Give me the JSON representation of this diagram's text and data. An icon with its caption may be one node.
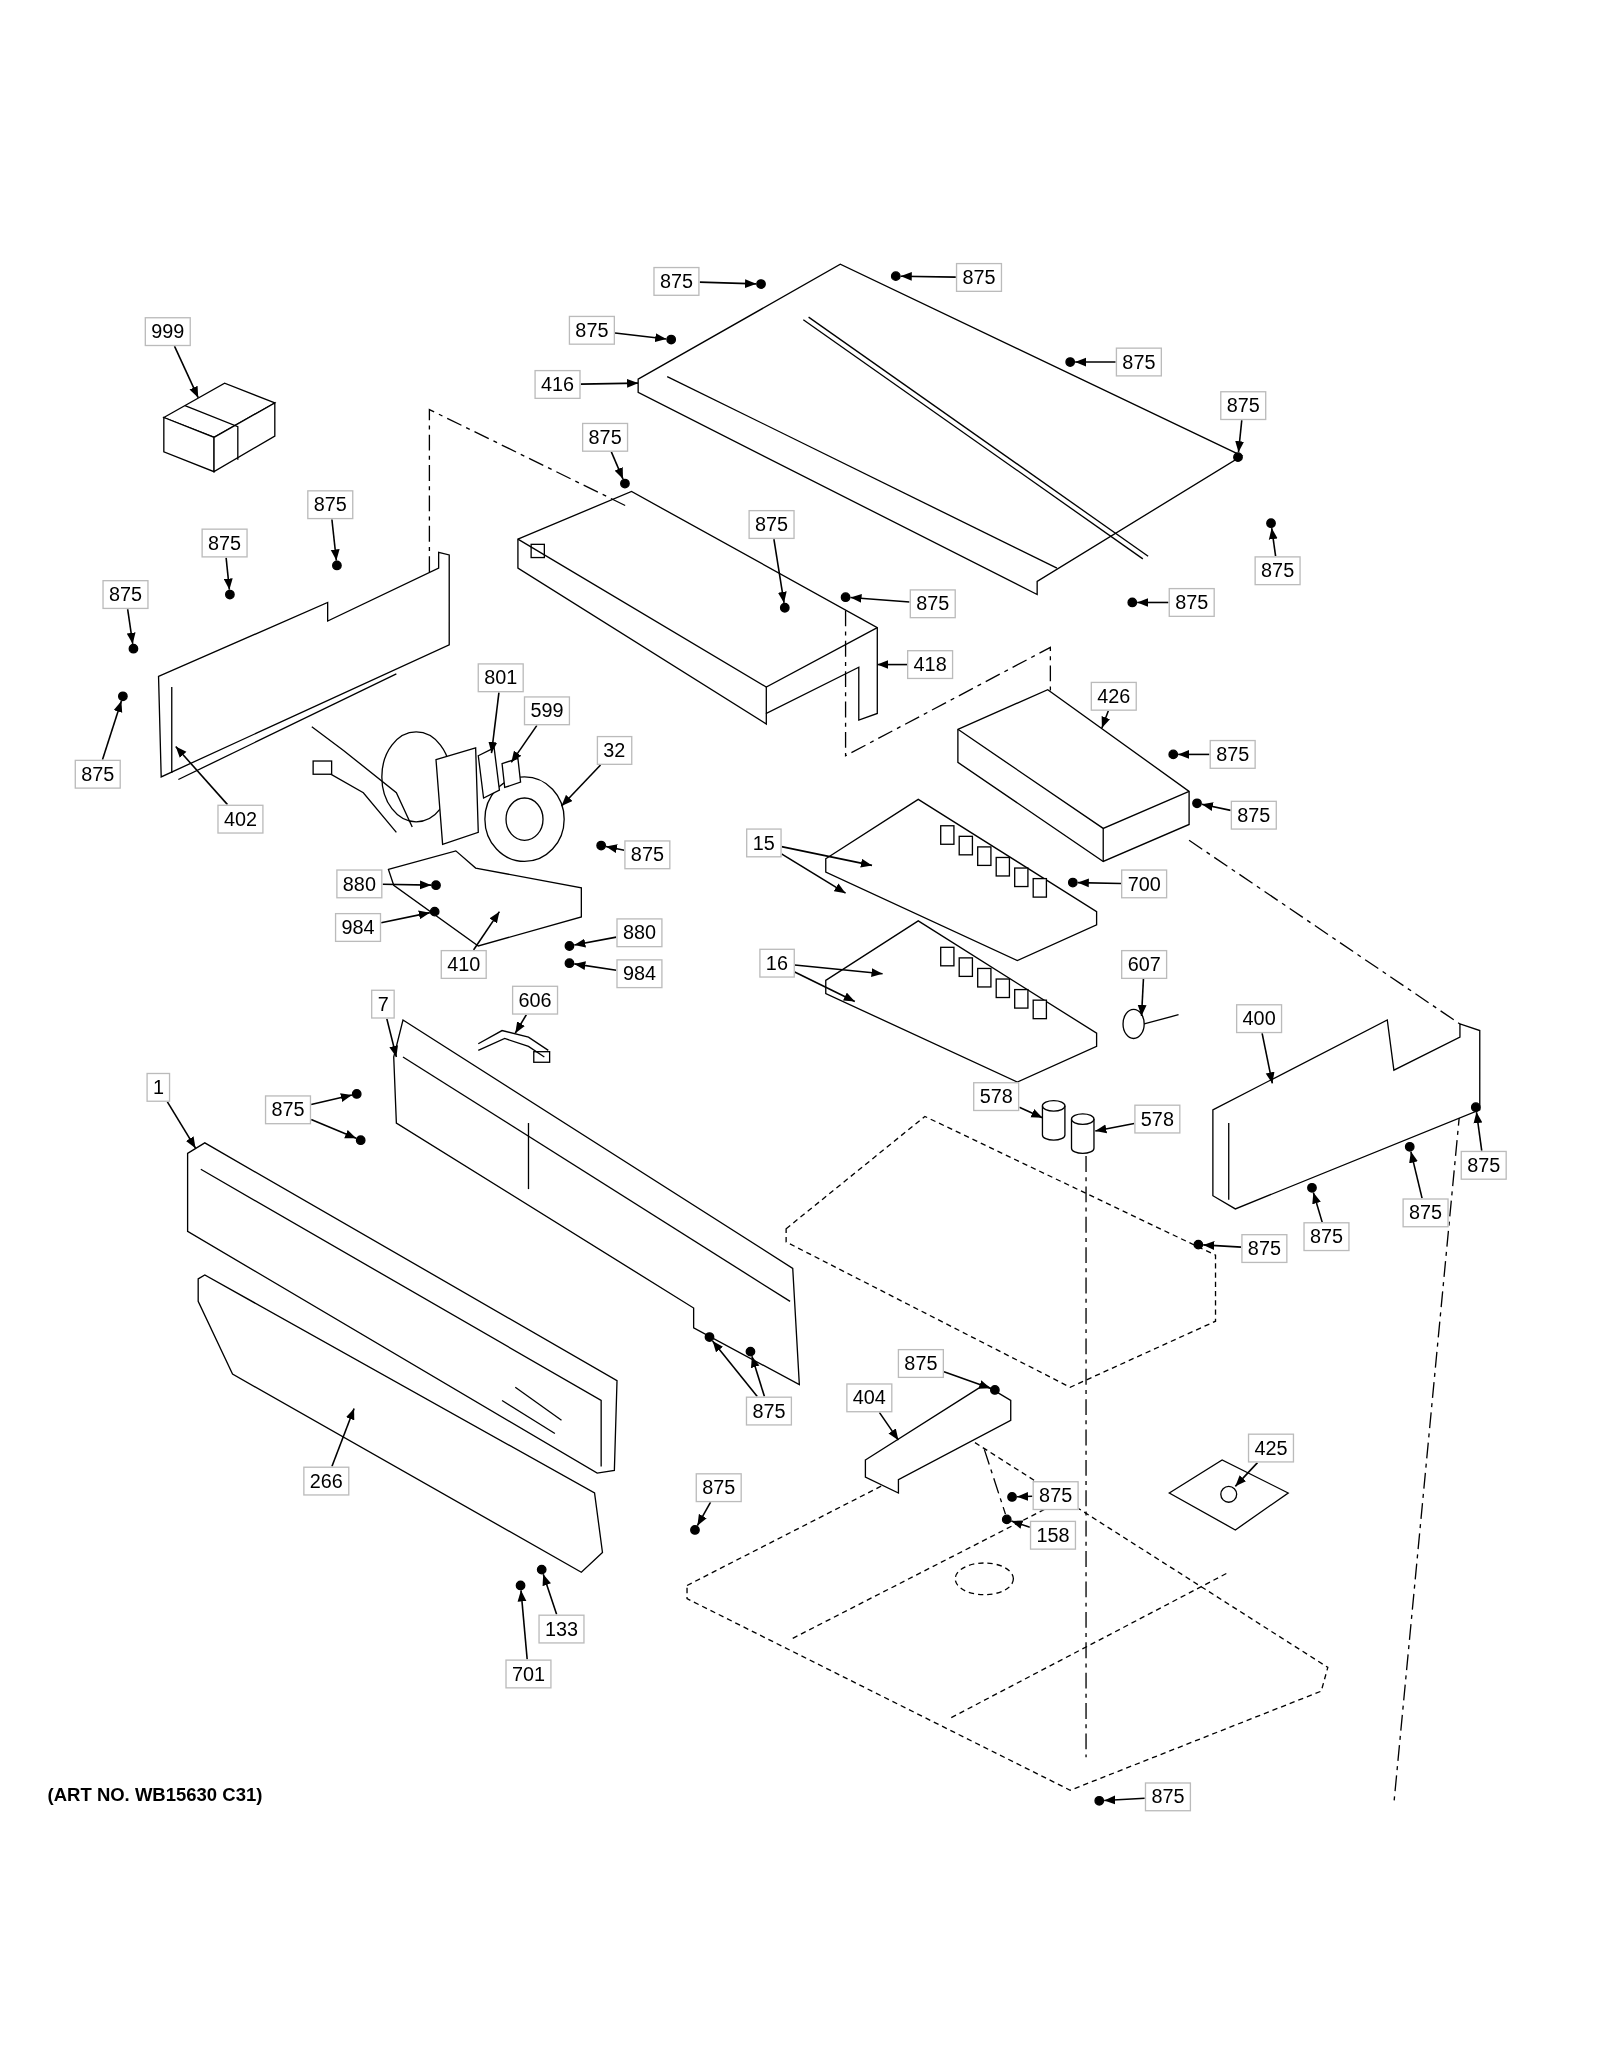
{
  "diagram": {
    "nodes": [
      {
        "text": [
          "875"
        ]
      },
      {
        "text": [
          "875"
        ]
      },
      {
        "text": [
          "875"
        ]
      },
      {
        "text": [
          "416"
        ]
      },
      {
        "text": [
          "875"
        ]
      },
      {
        "text": [
          "875"
        ]
      },
      {
        "text": [
          "875"
        ]
      },
      {
        "text": [
          "999"
        ]
      },
      {
        "text": [
          "875"
        ]
      },
      {
        "text": [
          "875"
        ]
      },
      {
        "text": [
          "875"
        ]
      },
      {
        "text": [
          "875"
        ]
      },
      {
        "text": [
          "875"
        ]
      },
      {
        "text": [
          "875"
        ]
      },
      {
        "text": [
          "875"
        ]
      },
      {
        "text": [
          "418"
        ]
      },
      {
        "text": [
          "875"
        ]
      },
      {
        "text": [
          "801"
        ]
      },
      {
        "text": [
          "599"
        ]
      },
      {
        "text": [
          "32"
        ]
      },
      {
        "text": [
          "426"
        ]
      },
      {
        "text": [
          "875"
        ]
      },
      {
        "text": [
          "875"
        ]
      },
      {
        "text": [
          "402"
        ]
      },
      {
        "text": [
          "15"
        ]
      },
      {
        "text": [
          "875"
        ]
      },
      {
        "text": [
          "880"
        ]
      },
      {
        "text": [
          "700"
        ]
      },
      {
        "text": [
          "984"
        ]
      },
      {
        "text": [
          "880"
        ]
      },
      {
        "text": [
          "410"
        ]
      },
      {
        "text": [
          "984"
        ]
      },
      {
        "text": [
          "16"
        ]
      },
      {
        "text": [
          "607"
        ]
      },
      {
        "text": [
          "606"
        ]
      },
      {
        "text": [
          "7"
        ]
      },
      {
        "text": [
          "1"
        ]
      },
      {
        "text": [
          "400"
        ]
      },
      {
        "text": [
          "875"
        ]
      },
      {
        "text": [
          "578"
        ]
      },
      {
        "text": [
          "578"
        ]
      },
      {
        "text": [
          "875"
        ]
      },
      {
        "text": [
          "875"
        ]
      },
      {
        "text": [
          "875"
        ]
      },
      {
        "text": [
          "875"
        ]
      },
      {
        "text": [
          "875"
        ]
      },
      {
        "text": [
          "875"
        ]
      },
      {
        "text": [
          "404"
        ]
      },
      {
        "text": [
          "425"
        ]
      },
      {
        "text": [
          "266"
        ]
      },
      {
        "text": [
          "875"
        ]
      },
      {
        "text": [
          "875"
        ]
      },
      {
        "text": [
          "158"
        ]
      },
      {
        "text": [
          "133"
        ]
      },
      {
        "text": [
          "701"
        ]
      },
      {
        "text": [
          "875"
        ]
      },
      {
        "text": [],
        "shape": "circle"
      },
      {
        "text": [],
        "shape": "circle"
      },
      {
        "text": [],
        "shape": "circle"
      },
      {
        "text": [],
        "shape": "picture"
      },
      {
        "text": [],
        "shape": "circle"
      },
      {
        "text": [],
        "shape": "circle"
      },
      {
        "text": [],
        "shape": "circle"
      },
      {
        "text": [],
        "shape": "picture"
      },
      {
        "text": [],
        "shape": "circle"
      },
      {
        "text": [],
        "shape": "circle",
        "in": 71
      },
      {
        "text": [],
        "shape": "circle"
      },
      {
        "text": [],
        "shape": "circle"
      },
      {
        "text": [],
        "shape": "circle"
      },
      {
        "text": [],
        "shape": "circle"
      },
      {
        "text": [],
        "shape": "circle"
      },
      {
        "text": [],
        "shape": "picture"
      },
      {
        "text": [],
        "shape": "circle"
      },
      {
        "text": [],
        "shape": "picture",
        "in": 75
      },
      {
        "text": [],
        "shape": "picture",
        "in": 75
      },
      {
        "text": [],
        "shape": "picture"
      },
      {
        "text": [],
        "shape": "picture"
      },
      {
        "text": [],
        "shape": "circle"
      },
      {
        "text": [],
        "shape": "circle"
      },
      {
        "text": [],
        "shape": "picture"
      },
      {
        "text": [],
        "shape": "picture"
      },
      {
        "text": [],
        "shape": "circle"
      },
      {
        "text": [],
        "shape": "circle",
        "in": 86
      },
      {
        "text": [],
        "shape": "circle"
      },
      {
        "text": [],
        "shape": "circle",
        "in": 86
      },
      {
        "text": [],
        "shape": "circle"
      },
      {
        "text": [],
        "shape": "picture"
      },
      {
        "text": [],
        "shape": "circle"
      },
      {
        "text": [],
        "shape": "picture"
      },
      {
        "text": [],
        "shape": "picture"
      },
      {
        "text": [],
        "shape": "picture"
      },
      {
        "text": [],
        "shape": "picture"
      },
      {
        "text": [],
        "shape": "picture"
      },
      {
        "text": [],
        "shape": "picture"
      },
      {
        "text": [],
        "shape": "circle"
      },
      {
        "text": [],
        "shape": "circle"
      },
      {
        "text": [],
        "shape": "cylinder"
      },
      {
        "text": [],
        "shape": "cylinder"
      },
      {
        "text": [],
        "shape": "circle",
        "in": 93
      },
      {
        "text": [],
        "shape": "circle"
      },
      {
        "text": [],
        "shape": "circle"
      },
      {
        "text": [],
        "shape": "circle"
      },
      {
        "text": [],
        "shape": "circle",
        "in": 91
      },
      {
        "text": [],
        "shape": "circle"
      },
      {
        "text": [],
        "shape": "circle"
      },
      {
        "text": [],
        "shape": "picture"
      },
      {
        "text": [],
        "shape": "picture"
      },
      {
        "text": [],
        "shape": "picture"
      },
      {
        "text": [],
        "shape": "circle"
      },
      {
        "text": [],
        "shape": "circle"
      },
      {
        "text": [],
        "shape": "circle"
      },
      {
        "text": [],
        "shape": "circle"
      },
      {
        "text": [],
        "shape": "circle"
      },
      {
        "text": [],
        "shape": "circle"
      }
    ],
    "edges": [
      {
        "from": 0,
        "to": 56,
        "arrow": "to"
      },
      {
        "from": 1,
        "to": 57,
        "arrow": "to"
      },
      {
        "from": 2,
        "to": 58,
        "arrow": "to"
      },
      {
        "from": 3,
        "to": 59,
        "arrow": "to"
      },
      {
        "from": 4,
        "to": 60,
        "arrow": "to"
      },
      {
        "from": 5,
        "to": 61,
        "arrow": "to"
      },
      {
        "from": 6,
        "to": 62,
        "arrow": "to"
      },
      {
        "from": 7,
        "to": 63,
        "arrow": "to"
      },
      {
        "from": 8,
        "to": 64,
        "arrow": "to"
      },
      {
        "from": 9,
        "to": 65,
        "arrow": "to"
      },
      {
        "from": 10,
        "to": 66,
        "arrow": "to"
      },
      {
        "from": 11,
        "to": 67,
        "arrow": "to"
      },
      {
        "from": 12,
        "to": 68,
        "arrow": "to"
      },
      {
        "from": 13,
        "to": 69,
        "arrow": "to"
      },
      {
        "from": 14,
        "to": 70,
        "arrow": "to"
      },
      {
        "from": 15,
        "to": 71,
        "arrow": "to"
      },
      {
        "from": 16,
        "to": 72,
        "arrow": "to"
      },
      {
        "from": 17,
        "to": 73,
        "arrow": "to"
      },
      {
        "from": 18,
        "to": 74,
        "arrow": "to"
      },
      {
        "from": 19,
        "to": 75,
        "arrow": "to"
      },
      {
        "from": 20,
        "to": 76,
        "arrow": "to"
      },
      {
        "from": 21,
        "to": 77,
        "arrow": "to"
      },
      {
        "from": 22,
        "to": 78,
        "arrow": "to"
      },
      {
        "from": 23,
        "to": 79,
        "arrow": "to"
      },
      {
        "from": 24,
        "to": 80,
        "arrow": "to"
      },
      {
        "from": 24,
        "to": 80,
        "arrow": "to"
      },
      {
        "from": 25,
        "to": 81,
        "arrow": "to"
      },
      {
        "from": 26,
        "to": 82,
        "arrow": "to"
      },
      {
        "from": 27,
        "to": 83,
        "arrow": "to"
      },
      {
        "from": 28,
        "to": 84,
        "arrow": "to"
      },
      {
        "from": 29,
        "to": 85,
        "arrow": "to"
      },
      {
        "from": 30,
        "to": 86,
        "arrow": "to"
      },
      {
        "from": 31,
        "to": 87,
        "arrow": "to"
      },
      {
        "from": 32,
        "to": 88,
        "arrow": "to"
      },
      {
        "from": 32,
        "to": 88,
        "arrow": "to"
      },
      {
        "from": 33,
        "to": 89,
        "arrow": "to"
      },
      {
        "from": 34,
        "to": 90,
        "arrow": "to"
      },
      {
        "from": 35,
        "to": 91,
        "arrow": "to"
      },
      {
        "from": 36,
        "to": 92,
        "arrow": "to"
      },
      {
        "from": 37,
        "to": 93,
        "arrow": "to"
      },
      {
        "from": 38,
        "to": 94,
        "arrow": "to"
      },
      {
        "from": 38,
        "to": 95,
        "arrow": "to"
      },
      {
        "from": 39,
        "to": 96,
        "arrow": "to"
      },
      {
        "from": 40,
        "to": 97,
        "arrow": "to"
      },
      {
        "from": 41,
        "to": 98,
        "arrow": "to"
      },
      {
        "from": 42,
        "to": 99,
        "arrow": "to"
      },
      {
        "from": 43,
        "to": 100,
        "arrow": "to"
      },
      {
        "from": 44,
        "to": 101,
        "arrow": "to"
      },
      {
        "from": 45,
        "to": 102,
        "arrow": "to"
      },
      {
        "from": 45,
        "to": 103,
        "arrow": "to"
      },
      {
        "from": 46,
        "to": 104,
        "arrow": "to"
      },
      {
        "from": 47,
        "to": 105,
        "arrow": "to"
      },
      {
        "from": 48,
        "to": 106,
        "arrow": "to"
      },
      {
        "from": 49,
        "to": 107,
        "arrow": "to"
      },
      {
        "from": 50,
        "to": 108,
        "arrow": "to"
      },
      {
        "from": 51,
        "to": 109,
        "arrow": "to"
      },
      {
        "from": 52,
        "to": 110,
        "arrow": "to"
      },
      {
        "from": 53,
        "to": 111,
        "arrow": "to"
      },
      {
        "from": 54,
        "to": 112,
        "arrow": "to"
      },
      {
        "from": 55,
        "to": 113,
        "arrow": "to"
      },
      {
        "from": 79,
        "to": 71,
        "arrow": "none",
        "style": "dashed"
      },
      {
        "from": 71,
        "to": 76,
        "arrow": "none",
        "style": "dashed"
      },
      {
        "from": 76,
        "to": 93,
        "arrow": "none",
        "style": "dashed"
      },
      {
        "from": 105,
        "to": 110,
        "arrow": "none",
        "style": "dashed"
      }
    ],
    "labels": [
      "(ART NO. WB15630 C31)"
    ]
  }
}
